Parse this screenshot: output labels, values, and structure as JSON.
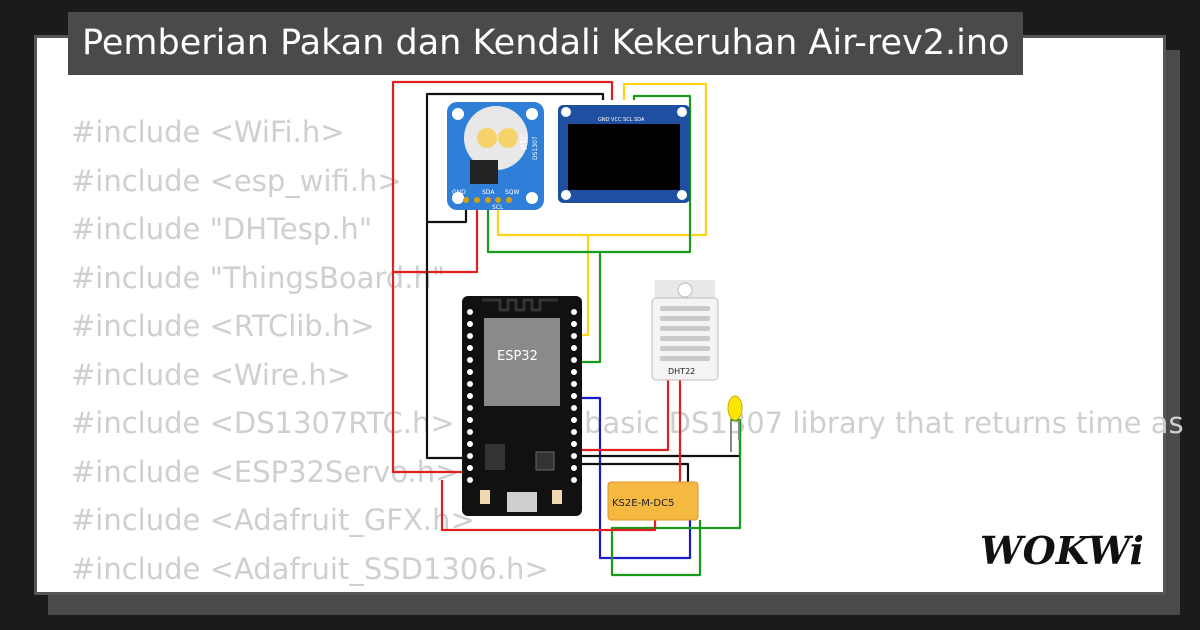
{
  "title": "Pemberian Pakan dan Kendali Kekeruhan Air-rev2.ino",
  "code_lines": [
    "#include <WiFi.h>",
    "#include <esp_wifi.h>",
    "#include \"DHTesp.h\"",
    "#include \"ThingsBoard.h\"",
    "#include <RTClib.h>",
    "#include <Wire.h>",
    "#include <DS1307RTC.h>        // a basic DS1307 library that returns time as",
    "#include <ESP32Servo.h>",
    "#include <Adafruit_GFX.h>",
    "#include <Adafruit_SSD1306.h>"
  ],
  "components": {
    "rtc": {
      "label": "RTC",
      "sub": "DS1307",
      "pins": [
        "GND",
        "SDA",
        "SQW",
        "SCL"
      ]
    },
    "oled": {
      "pins": "GND VCC SCL SDA"
    },
    "mcu": {
      "label": "ESP32"
    },
    "sensor": {
      "label": "DHT22"
    },
    "relay": {
      "label": "KS2E-M-DC5"
    }
  },
  "logo": "WOKWi",
  "colors": {
    "background": "#1b1b1b",
    "title_bg": "#4a4a4a",
    "code_text": "#cfcfcf",
    "wire_red": "#e02020",
    "wire_black": "#111111",
    "wire_yellow": "#ffd21a",
    "wire_green": "#1a9a1a",
    "wire_blue": "#1a1acc",
    "relay": "#f5b942"
  }
}
